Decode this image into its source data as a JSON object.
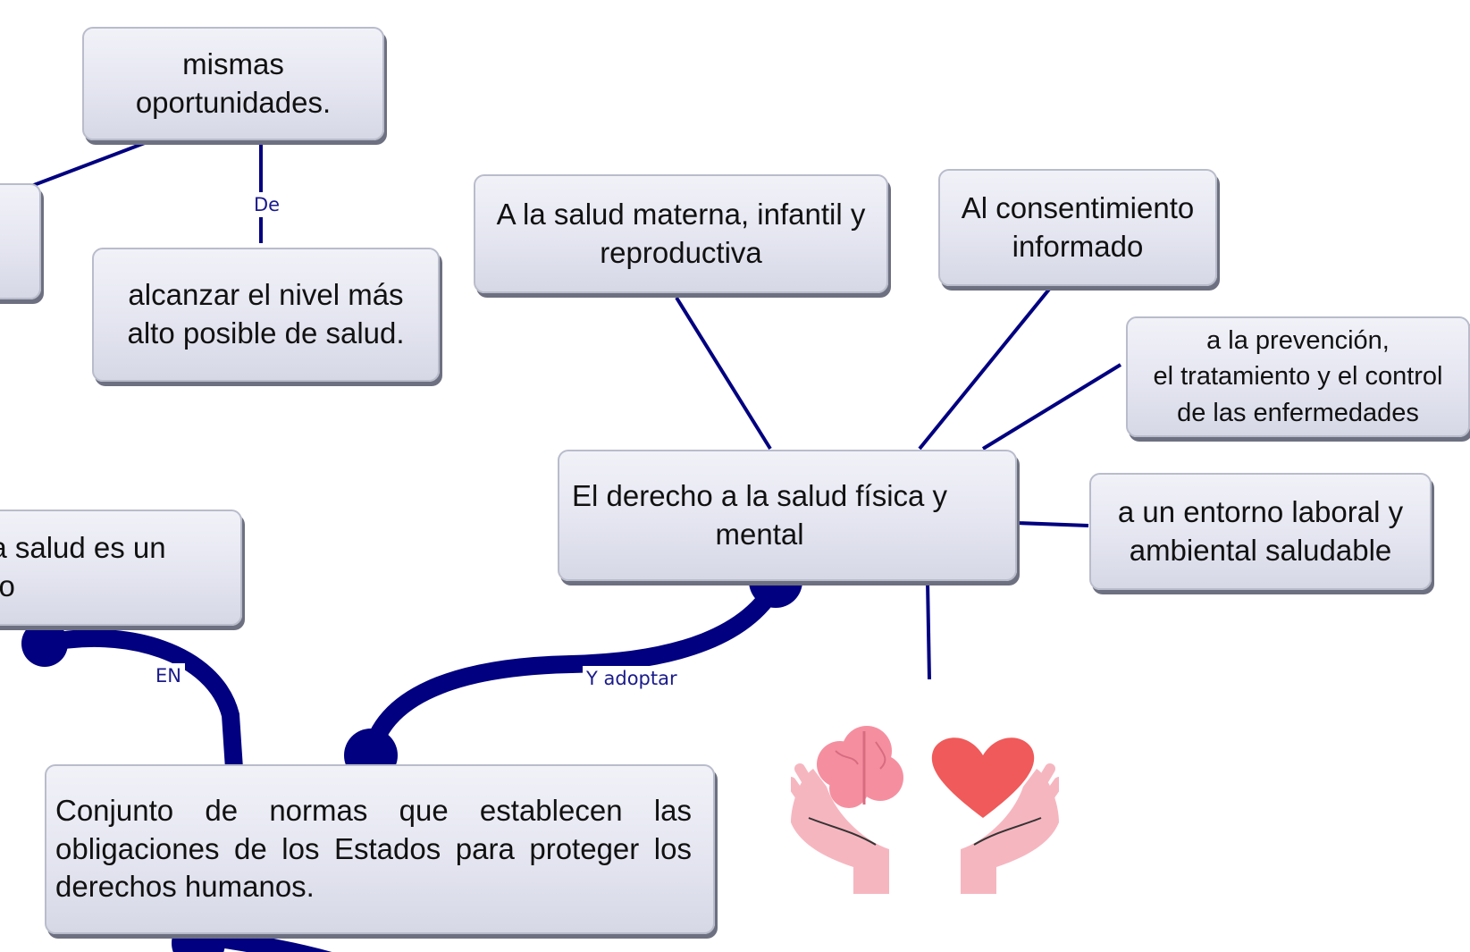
{
  "colors": {
    "link": "#000080",
    "node_border": "#b9bccb",
    "label_text": "#1a1a8c",
    "brain": "#f58fa0",
    "heart": "#f05a5a",
    "hands": "#f6b6c0"
  },
  "nodes": {
    "mismas_oportunidades": "mismas\noportunidades.",
    "alcanzar_nivel": "alcanzar el nivel más\nalto posible de salud.",
    "salud_derecho": "la salud es un\nvo",
    "conjunto_normas": "Conjunto de normas que establecen las obligaciones de los Estados para proteger los derechos humanos.",
    "derecho_salud_fisica_mental": "El derecho a la salud física y\nmental",
    "salud_materna": "A la salud materna, infantil y\nreproductiva",
    "consentimiento": "Al consentimiento\ninformado",
    "prevencion": "a la prevención,\nel tratamiento y el control\nde las enfermedades",
    "entorno_laboral": "a un entorno laboral y\nambiental saludable"
  },
  "labels": {
    "de": "De",
    "en": "EN",
    "y_adoptar": "Y adoptar"
  },
  "illustration": {
    "icon": "brain-heart-hands-icon"
  }
}
